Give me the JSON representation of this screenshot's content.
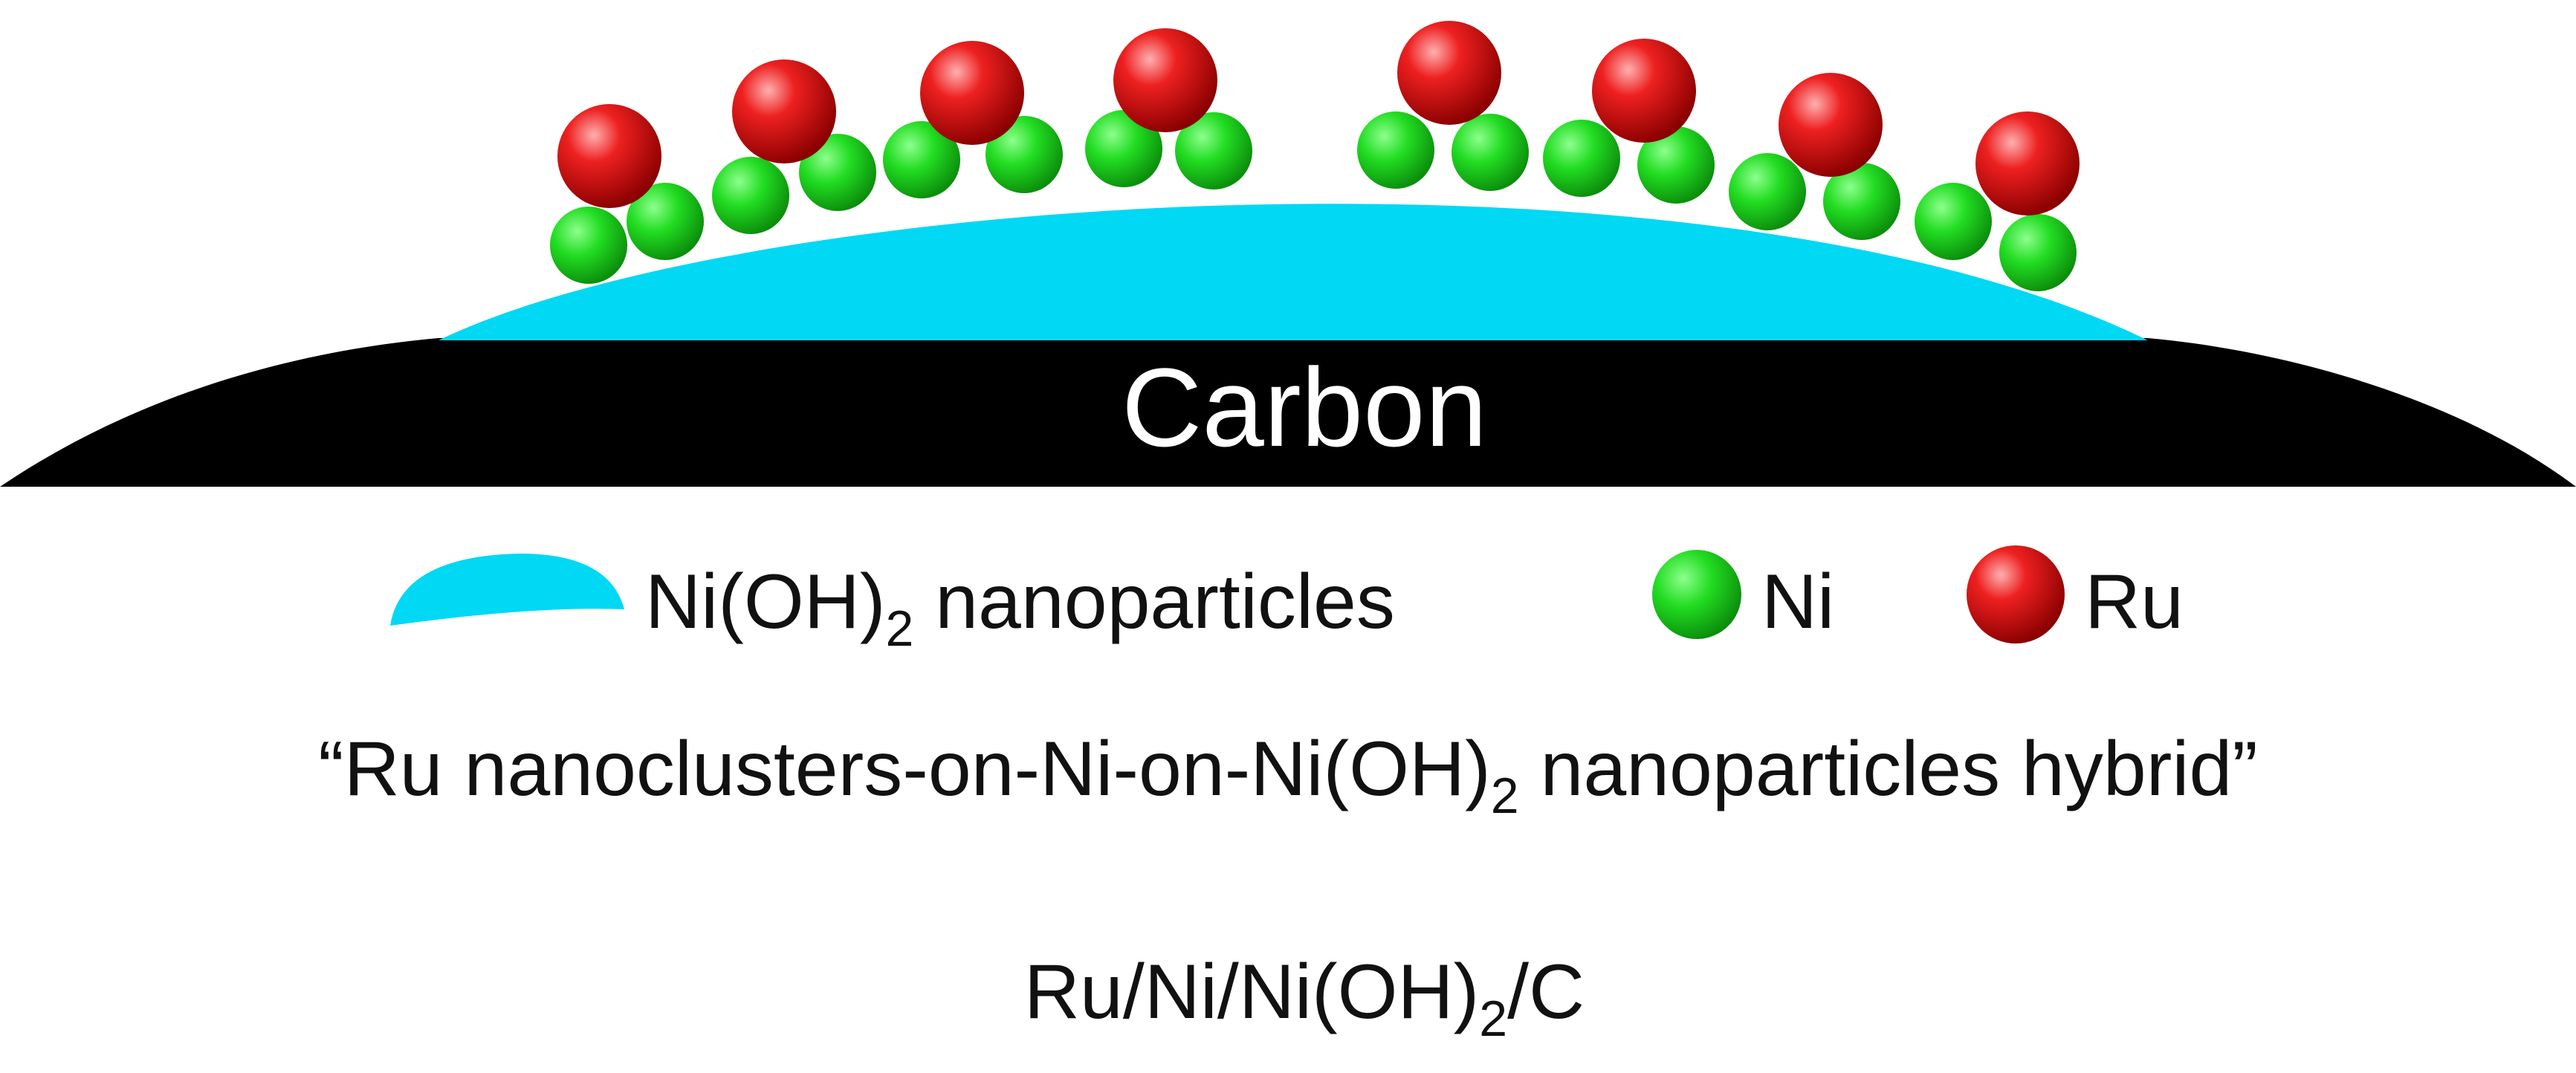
{
  "substrate": {
    "label": "Carbon"
  },
  "legend": {
    "items": [
      {
        "key": "nioh2",
        "label_main": "Ni(OH)",
        "label_sub": "2",
        "label_rest": " nanoparticles"
      },
      {
        "key": "ni",
        "label": "Ni"
      },
      {
        "key": "ru",
        "label": "Ru"
      }
    ]
  },
  "caption": {
    "open_quote": "“",
    "main": "Ru nanoclusters-on-Ni-on-Ni(OH)",
    "sub": "2",
    "rest": " nanoparticles hybrid",
    "close_quote": "”"
  },
  "formula": {
    "main": "Ru/Ni/Ni(OH)",
    "sub": "2",
    "rest": "/C"
  },
  "colors": {
    "carbon": "#000000",
    "nioh2": "#00d8f4",
    "ni": "#22dd22",
    "ru": "#e61414"
  }
}
